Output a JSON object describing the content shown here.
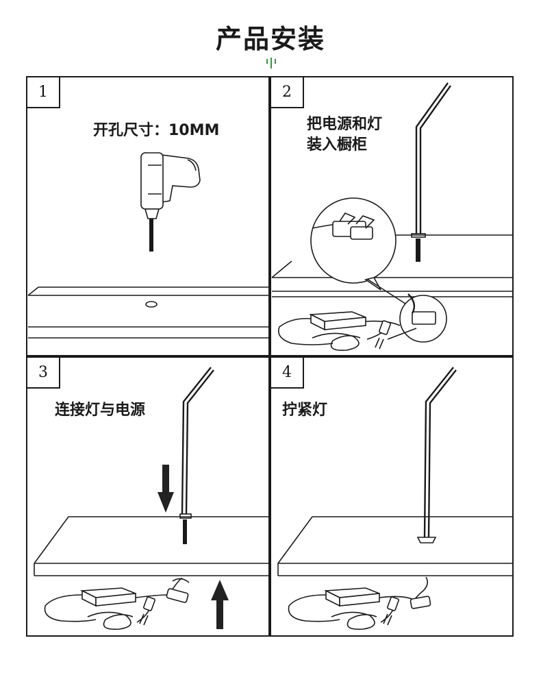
{
  "title": "产品安装",
  "accent_color": "#2e9a3a",
  "steps": [
    {
      "number": "1",
      "caption": "开孔尺寸：10MM",
      "icon": "drill-icon"
    },
    {
      "number": "2",
      "caption": "把电源和灯\n装入橱柜",
      "icon": "connector-zoom-icon"
    },
    {
      "number": "3",
      "caption": "连接灯与电源",
      "icon": "arrow-icon"
    },
    {
      "number": "4",
      "caption": "拧紧灯",
      "icon": "lamp-icon"
    }
  ]
}
